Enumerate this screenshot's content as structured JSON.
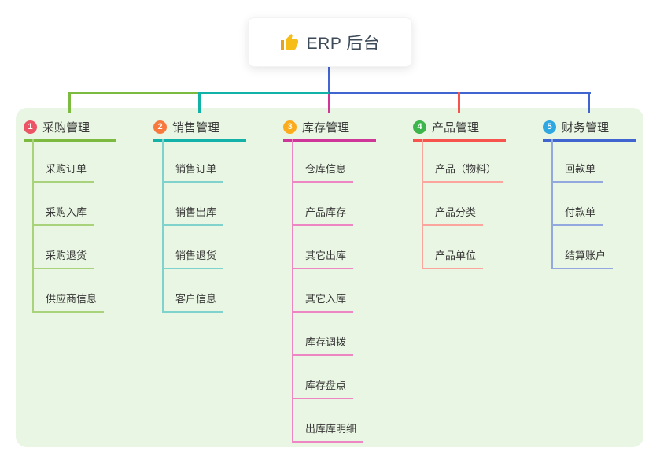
{
  "root": {
    "label": "ERP 后台",
    "icon": "thumbs-up-icon"
  },
  "branches": [
    {
      "badge": "1",
      "label": "采购管理",
      "badge_color": "#ec5565",
      "line_color": "#7cbb40",
      "child_line_color": "#a8d37b",
      "children": [
        "采购订单",
        "采购入库",
        "采购退货",
        "供应商信息"
      ]
    },
    {
      "badge": "2",
      "label": "销售管理",
      "badge_color": "#f8793e",
      "line_color": "#13b2a8",
      "child_line_color": "#7fd3cc",
      "children": [
        "销售订单",
        "销售出库",
        "销售退货",
        "客户信息"
      ]
    },
    {
      "badge": "3",
      "label": "库存管理",
      "badge_color": "#fcab1d",
      "line_color": "#ce3798",
      "child_line_color": "#ee86c4",
      "children": [
        "仓库信息",
        "产品库存",
        "其它出库",
        "其它入库",
        "库存调拨",
        "库存盘点",
        "出库库明细"
      ]
    },
    {
      "badge": "4",
      "label": "产品管理",
      "badge_color": "#3cb54a",
      "line_color": "#f6544c",
      "child_line_color": "#fba59e",
      "children": [
        "产品（物料）",
        "产品分类",
        "产品单位"
      ]
    },
    {
      "badge": "5",
      "label": "财务管理",
      "badge_color": "#2fa7e1",
      "line_color": "#4064d0",
      "child_line_color": "#93a8df",
      "children": [
        "回款单",
        "付款单",
        "结算账户"
      ]
    }
  ],
  "connectors": {
    "stem_color": "#4365d2"
  },
  "panel": {
    "background": "#e9f6e3"
  }
}
